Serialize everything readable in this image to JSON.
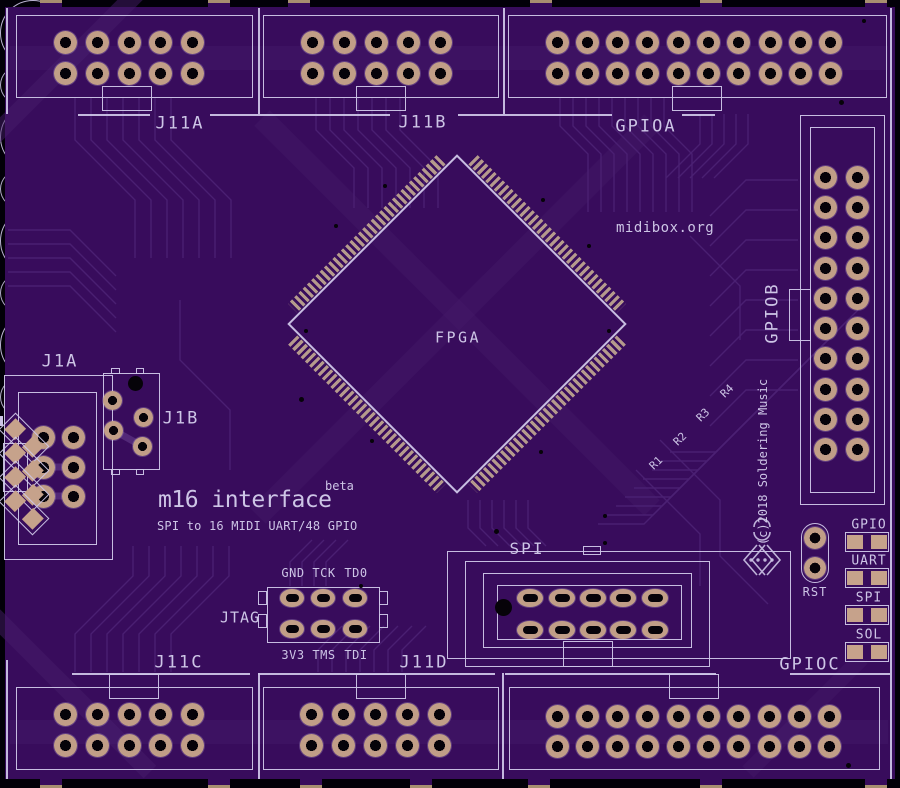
{
  "texts": {
    "website": "midibox.org",
    "title": "m16 interface",
    "title_sup": "beta",
    "subtitle": "SPI to 16 MIDI UART/48 GPIO",
    "copyright": "(c)2018 Soldering Music",
    "chip": "FPGA"
  },
  "connectors": [
    {
      "label": "J11A"
    },
    {
      "label": "J11B"
    },
    {
      "label": "GPIOA"
    },
    {
      "label": "GPIOB"
    },
    {
      "label": "J11C"
    },
    {
      "label": "J11D"
    },
    {
      "label": "GPIOC"
    },
    {
      "label": "J1A"
    },
    {
      "label": "J1B"
    }
  ],
  "jtag": {
    "label": "JTAG",
    "top_pins": [
      "GND",
      "TCK",
      "TD0"
    ],
    "bottom_pins": [
      "3V3",
      "TMS",
      "TDI"
    ]
  },
  "spi": {
    "label": "SPI"
  },
  "reset": {
    "label": "RST"
  },
  "jumpers": [
    {
      "label": "GPIO"
    },
    {
      "label": "UART"
    },
    {
      "label": "SPI"
    },
    {
      "label": "SOL"
    }
  ],
  "resistors": [
    {
      "label": "R1"
    },
    {
      "label": "R2"
    },
    {
      "label": "R3"
    },
    {
      "label": "R4"
    }
  ],
  "colors": {
    "board": "#380c5c",
    "silkscreen": "#cdc5e6",
    "pad": "#c19e87",
    "trace": "#4b2173",
    "hole": "#060309"
  }
}
